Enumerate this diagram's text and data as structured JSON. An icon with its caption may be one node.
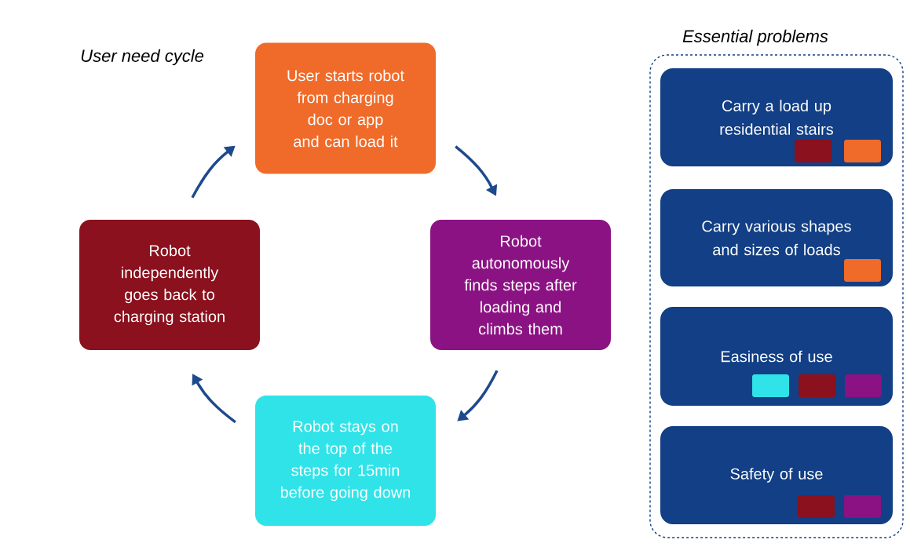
{
  "diagram": {
    "nodes": [
      {
        "text": [
          "User starts robot from charging doc or app and can load it"
        ]
      },
      {
        "text": [
          "Robot autonomously finds steps after loading and climbs them"
        ]
      },
      {
        "text": [
          "Robot stays on the top of the steps for 15min before going down"
        ]
      },
      {
        "text": [
          "Robot independently goes back to charging station"
        ]
      },
      {
        "text": [
          "Essential problems"
        ]
      },
      {
        "text": [
          "Carry a load up residential stairs"
        ],
        "in": 4
      },
      {
        "text": [
          "Carry various shapes and sizes of loads"
        ],
        "in": 4
      },
      {
        "text": [
          "Easiness of use"
        ],
        "in": 4
      },
      {
        "text": [
          "Safety of use"
        ],
        "in": 4
      }
    ],
    "edges": [
      {
        "from": 0,
        "to": 1,
        "arrow": "to"
      },
      {
        "from": 1,
        "to": 2,
        "arrow": "to"
      },
      {
        "from": 2,
        "to": 3,
        "arrow": "to"
      },
      {
        "from": 3,
        "to": 0,
        "arrow": "to"
      }
    ],
    "labels": [
      "User need cycle"
    ]
  }
}
